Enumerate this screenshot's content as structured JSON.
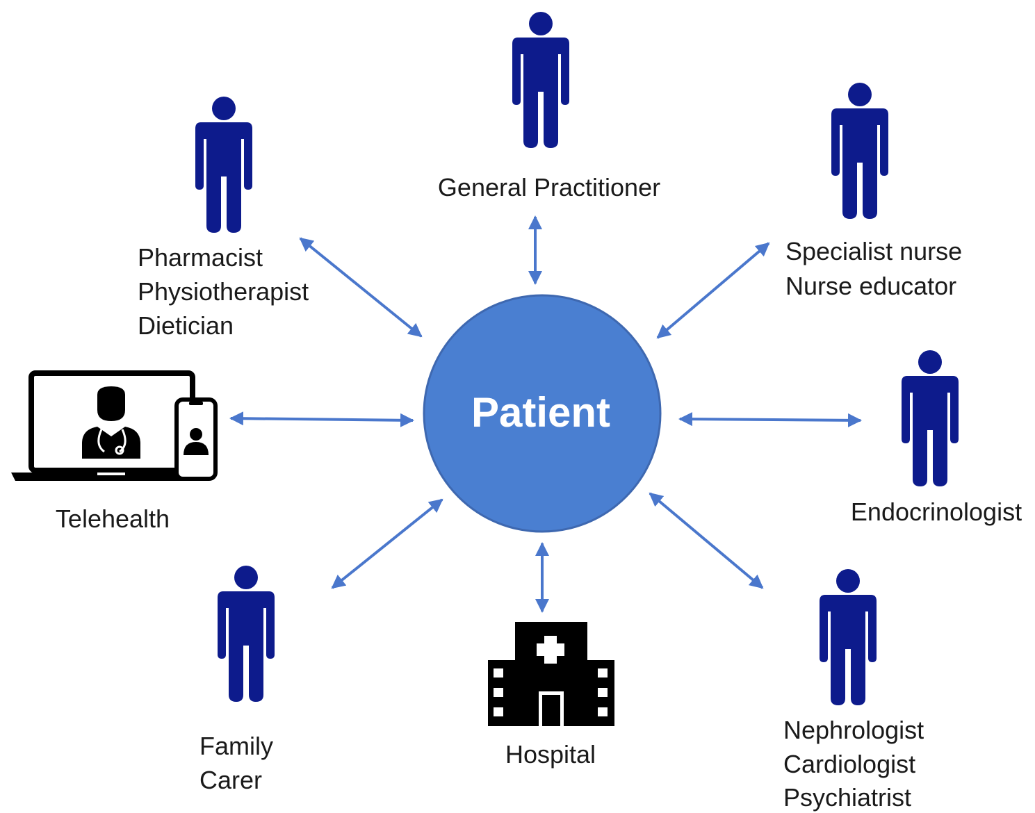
{
  "center": {
    "label": "Patient",
    "color": "#4a7fd1",
    "border_color": "#3e68b0"
  },
  "connector_color": "#4a77cc",
  "person_color": "#0d1b8c",
  "icon_color": "#000000",
  "nodes": [
    {
      "id": "general-practitioner",
      "icon": "person-icon",
      "lines": [
        "General Practitioner"
      ]
    },
    {
      "id": "specialist-nurse",
      "icon": "person-icon",
      "lines": [
        "Specialist nurse",
        "Nurse educator"
      ]
    },
    {
      "id": "endocrinologist",
      "icon": "person-icon",
      "lines": [
        "Endocrinologist"
      ]
    },
    {
      "id": "nephrologist",
      "icon": "person-icon",
      "lines": [
        "Nephrologist",
        "Cardiologist",
        "Psychiatrist"
      ]
    },
    {
      "id": "hospital",
      "icon": "hospital-icon",
      "lines": [
        "Hospital"
      ]
    },
    {
      "id": "family",
      "icon": "person-icon",
      "lines": [
        "Family",
        "Carer"
      ]
    },
    {
      "id": "telehealth",
      "icon": "telehealth-icon",
      "lines": [
        "Telehealth"
      ]
    },
    {
      "id": "pharmacist",
      "icon": "person-icon",
      "lines": [
        "Pharmacist",
        "Physiotherapist",
        "Dietician"
      ]
    }
  ]
}
